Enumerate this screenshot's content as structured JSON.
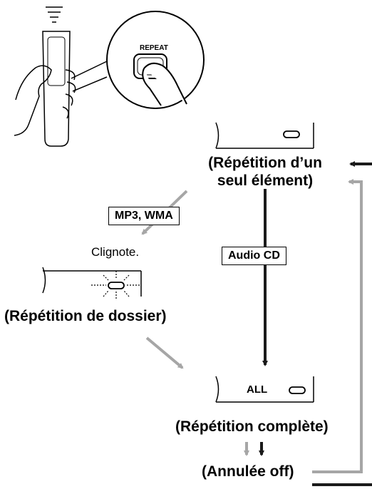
{
  "remote": {
    "button_label": "REPEAT"
  },
  "states": {
    "single": {
      "line1": "(Répétition d’un",
      "line2": "seul élément)"
    },
    "folder": {
      "label": "(Répétition de dossier)",
      "blink_note": "Clignote."
    },
    "all": {
      "label": "(Répétition complète)",
      "display_text": "ALL"
    },
    "off": {
      "label": "(Annulée off)"
    }
  },
  "conditions": {
    "mp3_wma": "MP3, WMA",
    "audio_cd": "Audio CD"
  },
  "colors": {
    "black_arrow": "#1a1a1a",
    "gray_arrow": "#a6a6a6"
  }
}
